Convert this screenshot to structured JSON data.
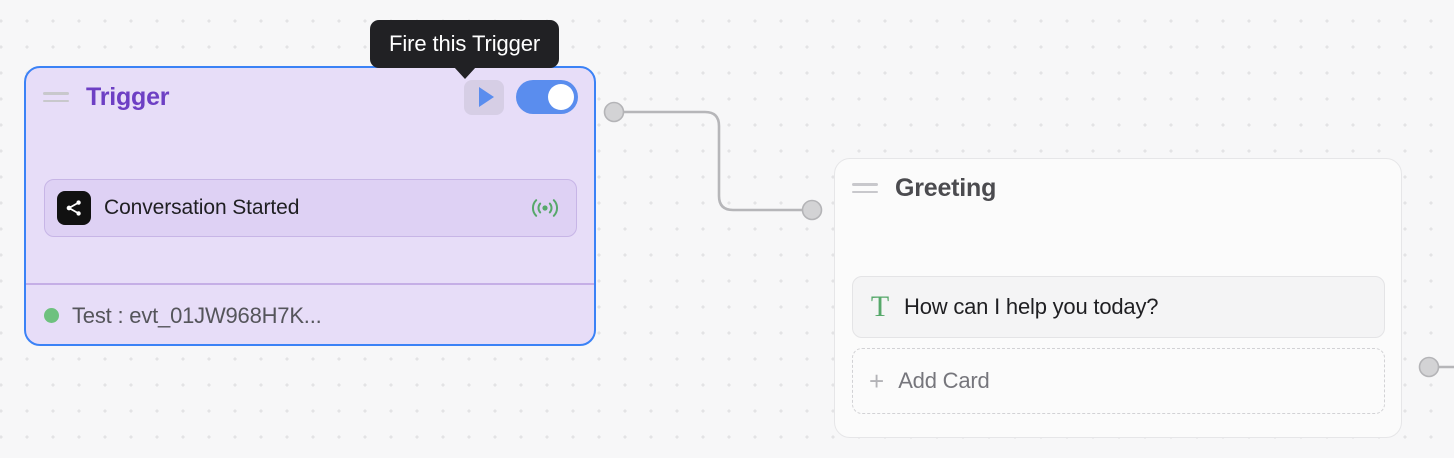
{
  "canvas": {
    "background_color": "#f7f7f8",
    "dot_color": "#e3e3e5"
  },
  "tooltip": {
    "text": "Fire this Trigger",
    "background_color": "#212124",
    "text_color": "#ffffff"
  },
  "trigger_node": {
    "title": "Trigger",
    "title_color": "#6d3fc4",
    "body_color": "#e7ddf8",
    "selected_border_color": "#3b82f6",
    "drag_handle_icon": "drag-handle-icon",
    "fire_button_icon": "play-icon",
    "toggle": {
      "state": "on",
      "color": "#5a8dee"
    },
    "event_card": {
      "icon": "share-nodes-icon",
      "label": "Conversation Started",
      "status_icon": "broadcast-icon",
      "status_icon_color": "#56a86a"
    },
    "footer": {
      "status_dot_color": "#6ec17f",
      "text": "Test : evt_01JW968H7K..."
    }
  },
  "greeting_node": {
    "title": "Greeting",
    "title_color": "#4b4b4f",
    "body_color": "#fbfbfb",
    "drag_handle_icon": "drag-handle-icon",
    "text_card": {
      "icon": "text-t-icon",
      "icon_color": "#56a86a",
      "label": "How can I help you today?"
    },
    "add_card": {
      "icon": "plus-icon",
      "label": "Add Card"
    }
  },
  "edges": {
    "stroke_color": "#b6b6b9",
    "handle_fill": "#d3d3d5"
  }
}
